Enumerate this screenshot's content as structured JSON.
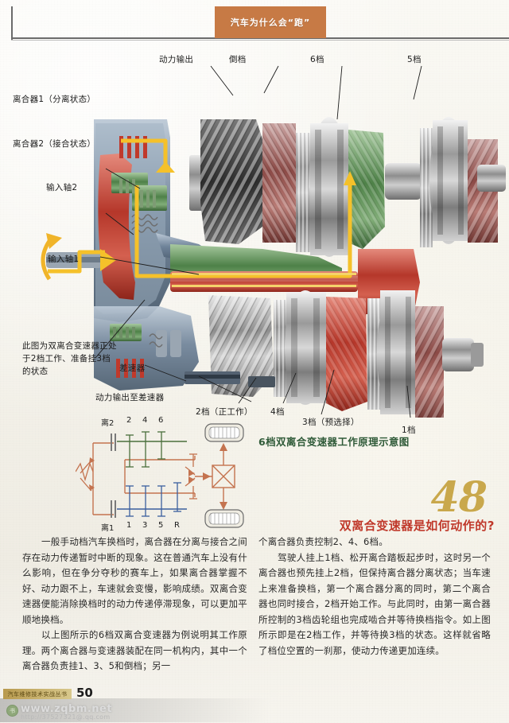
{
  "header": {
    "banner_text": "汽车为什么会“跑”",
    "banner_color": "#c77a45"
  },
  "illustration": {
    "name": "dual-clutch-transmission-cutaway",
    "labels_left": [
      {
        "id": "clutch1",
        "text": "离合器1（分离状态）"
      },
      {
        "id": "clutch2",
        "text": "离合器2（接合状态）"
      },
      {
        "id": "input-shaft-2",
        "text": "输入轴2"
      },
      {
        "id": "input-shaft-1",
        "text": "输入轴1"
      }
    ],
    "labels_top": [
      {
        "id": "power-output",
        "text": "动力输出"
      },
      {
        "id": "reverse-gear",
        "text": "倒档"
      },
      {
        "id": "gear-6",
        "text": "6档"
      },
      {
        "id": "gear-5",
        "text": "5档"
      }
    ],
    "labels_bottom": [
      {
        "id": "gear-2",
        "text": "2档（正工作）"
      },
      {
        "id": "gear-4",
        "text": "4档"
      },
      {
        "id": "gear-3",
        "text": "3档（预选择）"
      },
      {
        "id": "gear-1",
        "text": "1档"
      }
    ],
    "labels_inner": [
      {
        "id": "differential",
        "text": "差速器"
      },
      {
        "id": "output-to-differential",
        "text": "动力输出至差速器"
      }
    ],
    "note_box": "此图为双离合变速器正处于2档工作、准备挂3档的状态"
  },
  "schematic": {
    "caption": "6档双离合变速器工作原理示意图",
    "top_labels": [
      "离2",
      "2",
      "4",
      "6"
    ],
    "bottom_labels": [
      "离1",
      "1",
      "3",
      "5",
      "R"
    ],
    "colors": {
      "shaft_even": "#4a6f3c",
      "shaft_odd": "#3b5f9e",
      "housing": "#c4734f",
      "clutch": "#8a8a8a"
    }
  },
  "article": {
    "number": "48",
    "title": "双离合变速器是如何动作的?",
    "left_column": [
      "一般手动档汽车换档时，离合器在分离与接合之间存在动力传递暂时中断的现象。这在普通汽车上没有什么影响，但在争分夺秒的赛车上，如果离合器掌握不好、动力跟不上，车速就会变慢，影响成绩。双离合变速器便能消除换档时的动力传递停滞现象，可以更加平顺地换档。",
      "以上图所示的6档双离合变速器为例说明其工作原理。两个离合器与变速器装配在同一机构内，其中一个离合器负责挂1、3、5和倒档；另一"
    ],
    "right_column": [
      "个离合器负责控制2、4、6档。",
      "驾驶人挂上1档、松开离合踏板起步时，这时另一个离合器也预先挂上2档，但保持离合器分离状态；当车速上来准备换档，第一个离合器分离的同时，第二个离合器也同时接合，2档开始工作。与此同时，由第一离合器所控制的3档齿轮组也完成啮合并等待换档指令。如上图所示即是在2档工作，并等待换3档的状态。这样就省略了档位空置的一刹那，使动力传递更加连续。"
    ]
  },
  "footer": {
    "series_tab": "汽车维修技术实战丛书",
    "page_number": "50",
    "watermark_url": "www.zqbm.net",
    "watermark_sub": "http://37527321@.qq.com",
    "badge_glyph": "书"
  }
}
